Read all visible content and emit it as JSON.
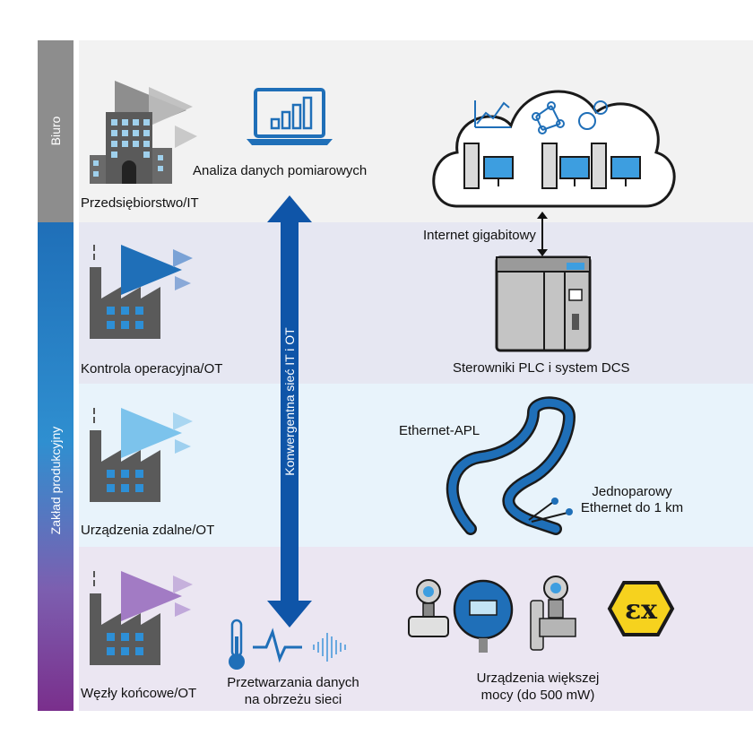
{
  "sidebar": {
    "office_label": "Biuro",
    "plant_label": "Zakład produkcyjny"
  },
  "levels": [
    {
      "label": "Przedsiębiorstwo/IT"
    },
    {
      "label": "Kontrola operacyjna/OT"
    },
    {
      "label": "Urządzenia zdalne/OT"
    },
    {
      "label": "Węzły końcowe/OT"
    }
  ],
  "convergence_label": "Konwergentna sieć IT i OT",
  "analysis_label": "Analiza danych pomiarowych",
  "internet_label": "Internet gigabitowy",
  "plc_label": "Sterowniki PLC i system DCS",
  "apl_label": "Ethernet-APL",
  "single_pair_label": {
    "line1": "Jednoparowy",
    "line2": "Ethernet do 1 km"
  },
  "edge_label": {
    "line1": "Przetwarzania danych",
    "line2": "na obrzeżu sieci"
  },
  "devices_label": {
    "line1": "Urządzenia większej",
    "line2": "mocy (do 500 mW)"
  },
  "ex_mark": "εx",
  "colors": {
    "office_band": "#f2f2f2",
    "control_band": "#e5e7f3",
    "remote_band": "#e8f3fb",
    "field_band": "#ece6f3",
    "accent_blue": "#1f6fb8",
    "dark_blue": "#0d3f86",
    "gray": "#8a8a8a",
    "ex_yellow": "#f6d21e"
  },
  "icons": [
    "building-icon",
    "factory-icon",
    "laptop-chart-icon",
    "cloud-servers-icon",
    "plc-icon",
    "cable-icon",
    "thermometer-icon",
    "waveform-icon",
    "transmitter-icon",
    "ex-atex-icon"
  ]
}
